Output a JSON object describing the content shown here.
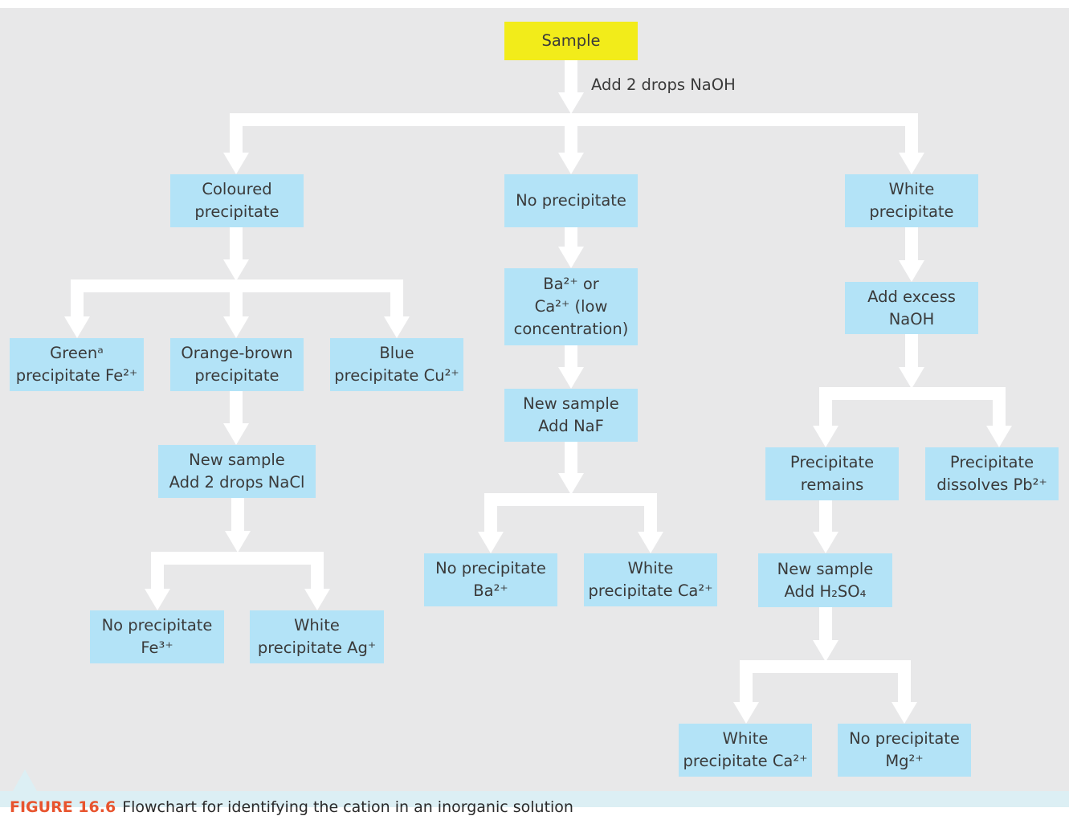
{
  "nodes": {
    "sample": [
      "Sample"
    ],
    "coloured": [
      "Coloured",
      "precipitate"
    ],
    "no_precip": [
      "No precipitate"
    ],
    "white": [
      "White",
      "precipitate"
    ],
    "green": [
      "Greenᵃ",
      "precipitate Fe²⁺"
    ],
    "orange": [
      "Orange-brown",
      "precipitate"
    ],
    "blue": [
      "Blue",
      "precipitate Cu²⁺"
    ],
    "ba_ca": [
      "Ba²⁺ or",
      "Ca²⁺ (low",
      "concentration)"
    ],
    "add_excess": [
      "Add excess",
      "NaOH"
    ],
    "naf": [
      "New sample",
      "Add NaF"
    ],
    "nacl": [
      "New sample",
      "Add 2 drops NaCl"
    ],
    "remains": [
      "Precipitate",
      "remains"
    ],
    "dissolves": [
      "Precipitate",
      "dissolves Pb²⁺"
    ],
    "no_ba": [
      "No precipitate",
      "Ba²⁺"
    ],
    "white_ca_mid": [
      "White",
      "precipitate Ca²⁺"
    ],
    "h2so4": [
      "New sample",
      "Add H₂SO₄"
    ],
    "no_fe3": [
      "No precipitate",
      "Fe³⁺"
    ],
    "white_ag": [
      "White",
      "precipitate Ag⁺"
    ],
    "white_ca_right": [
      "White",
      "precipitate Ca²⁺"
    ],
    "no_mg": [
      "No precipitate",
      "Mg²⁺"
    ]
  },
  "step_label": "Add 2 drops NaOH",
  "caption": {
    "number": "FIGURE 16.6",
    "text": "Flowchart for identifying the cation in an inorganic solution"
  },
  "colors": {
    "start_box": "#f2ec1a",
    "node_box": "#b3e3f7",
    "arrow": "#ffffff",
    "background": "#e8e8e9",
    "caption_number": "#e8542e"
  }
}
